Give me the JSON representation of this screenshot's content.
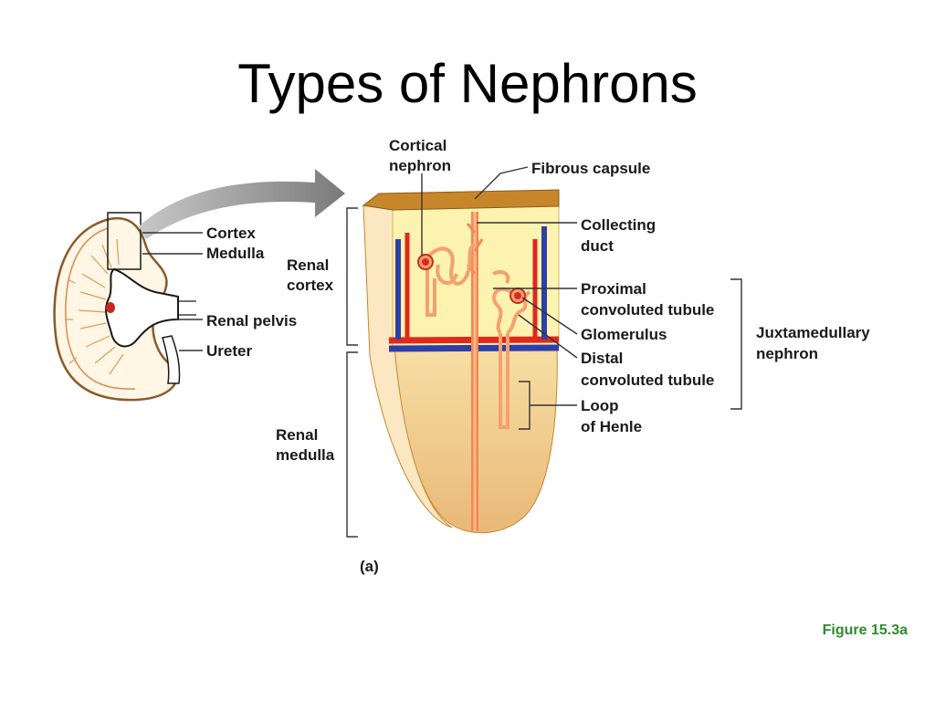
{
  "slide": {
    "title": "Types of Nephrons",
    "figure_ref": "Figure 15.3a",
    "figure_ref_color": "#2e8b2e"
  },
  "diagram": {
    "panel_label": "(a)",
    "labels": {
      "cortex": "Cortex",
      "medulla": "Medulla",
      "renal_pelvis": "Renal pelvis",
      "ureter": "Ureter",
      "renal_cortex_1": "Renal",
      "renal_cortex_2": "cortex",
      "renal_medulla_1": "Renal",
      "renal_medulla_2": "medulla",
      "cortical_nephron_1": "Cortical",
      "cortical_nephron_2": "nephron",
      "fibrous_capsule": "Fibrous capsule",
      "collecting_duct_1": "Collecting",
      "collecting_duct_2": "duct",
      "proximal_1": "Proximal",
      "proximal_2": "convoluted tubule",
      "glomerulus": "Glomerulus",
      "distal_1": "Distal",
      "distal_2": "convoluted tubule",
      "loop_1": "Loop",
      "loop_2": "of Henle",
      "juxta_1": "Juxtamedullary",
      "juxta_2": "nephron"
    },
    "colors": {
      "capsule": "#c8862a",
      "cortex_tissue": "#fdf3b0",
      "medulla_tissue": "#f2c98a",
      "tubule": "#f5a070",
      "artery": "#e0281c",
      "vein": "#2e3fa8",
      "arrow": "#8a8a8a"
    }
  }
}
